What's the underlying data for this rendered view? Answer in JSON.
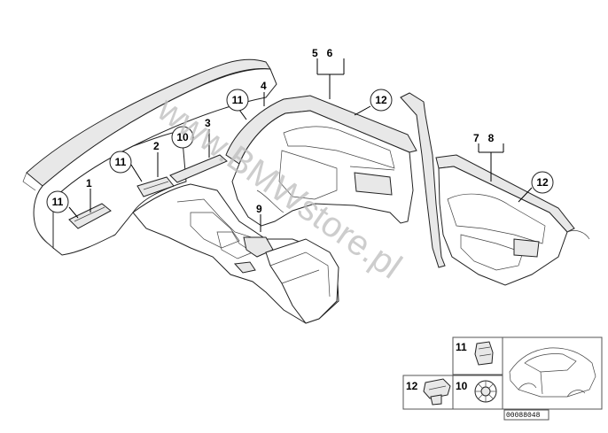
{
  "callouts": {
    "c1": "1",
    "c2": "2",
    "c3": "3",
    "c4": "4",
    "c5_6": "5   6",
    "c7_8": "7   8",
    "c9": "9",
    "c10": "10",
    "c11a": "11",
    "c11b": "11",
    "c11c": "11",
    "c12a": "12",
    "c12b": "12"
  },
  "legend": {
    "item11": "11",
    "item12": "12",
    "item10": "10"
  },
  "watermark": "www.BMWstore.pl",
  "doc_number": "00088048"
}
